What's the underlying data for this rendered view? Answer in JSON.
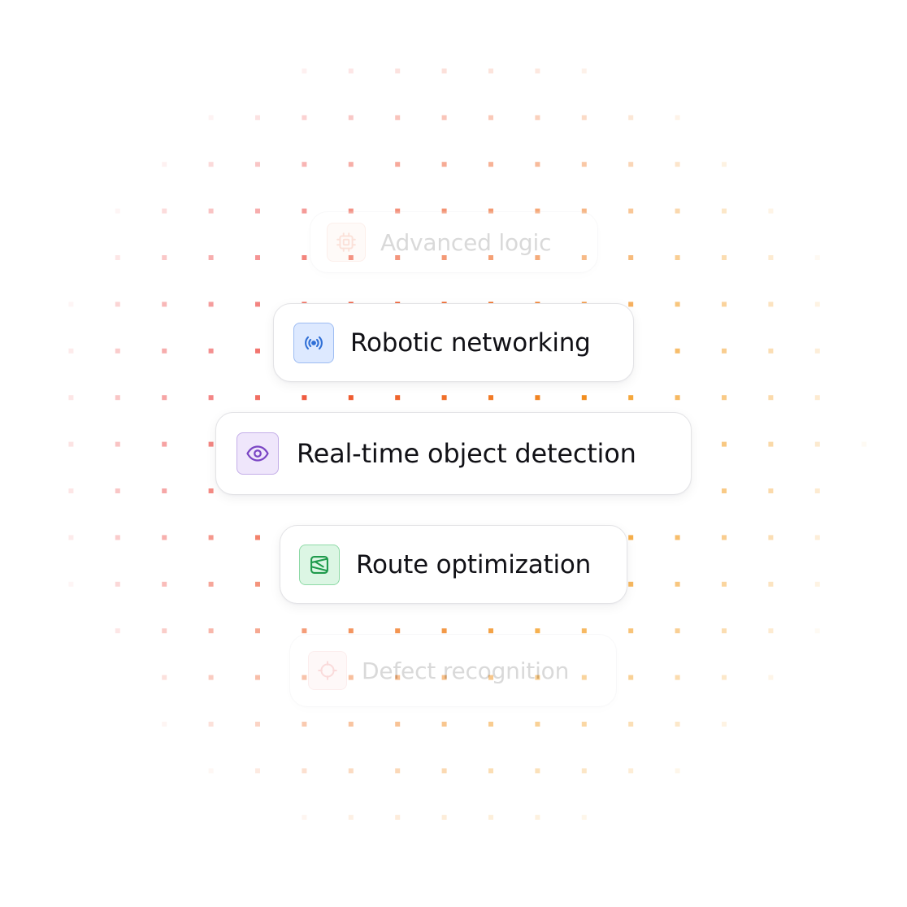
{
  "colors": {
    "dot_red": "#ec3b3b",
    "dot_orange": "#f39a1b",
    "card_border": "#e3e3e6",
    "text": "#111116"
  },
  "features": [
    {
      "label": "Advanced logic",
      "icon": "chip-icon",
      "accent": "#f58b6b",
      "state": "faded"
    },
    {
      "label": "Robotic networking",
      "icon": "broadcast-icon",
      "accent": "#2f6fd6",
      "state": "active"
    },
    {
      "label": "Real-time object detection",
      "icon": "eye-icon",
      "accent": "#7a45c4",
      "state": "active"
    },
    {
      "label": "Route optimization",
      "icon": "map-icon",
      "accent": "#1f9a4c",
      "state": "active"
    },
    {
      "label": "Defect recognition",
      "icon": "crosshair-icon",
      "accent": "#ea5c5c",
      "state": "faded"
    }
  ]
}
